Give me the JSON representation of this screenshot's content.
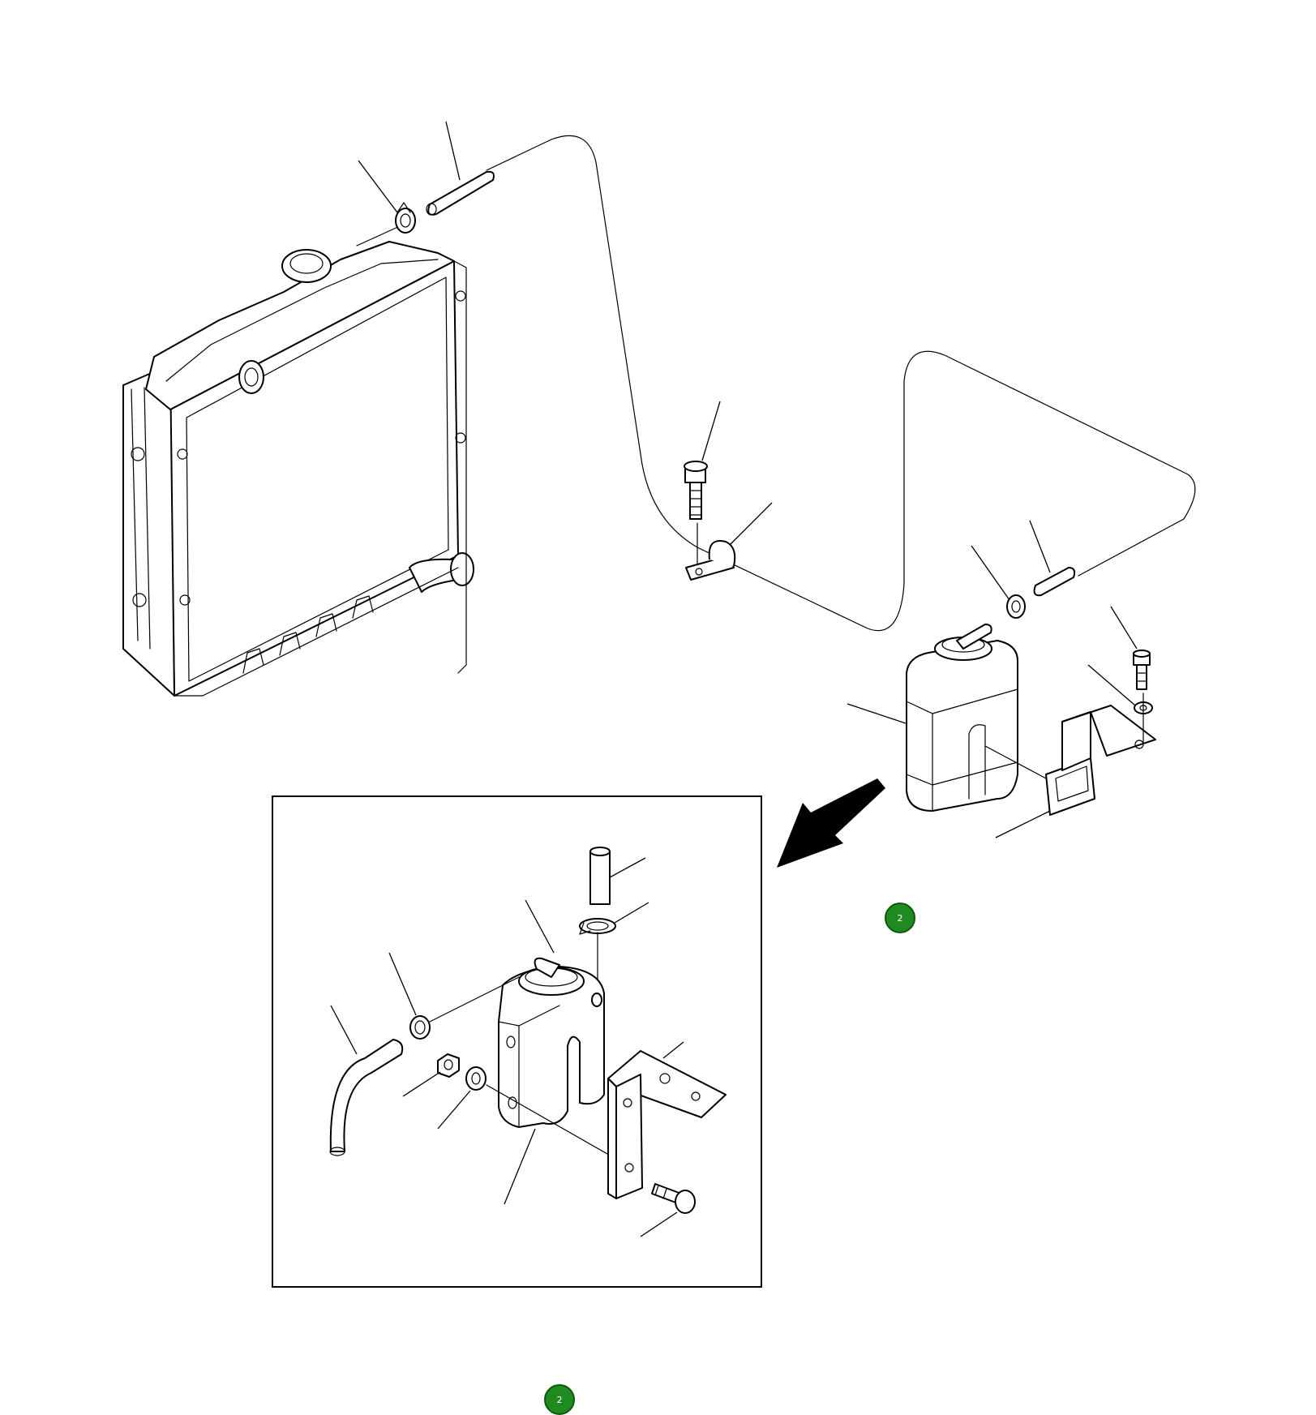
{
  "callouts": [
    {
      "label": "2"
    },
    {
      "label": "2"
    }
  ],
  "colors": {
    "line": "#000000",
    "badge": "#1f8a1f",
    "background": "#ffffff"
  },
  "icons": [
    "radiator-assembly",
    "reserve-tank",
    "hose-clamp",
    "hose",
    "bolt",
    "clip",
    "bracket",
    "direction-arrow"
  ]
}
